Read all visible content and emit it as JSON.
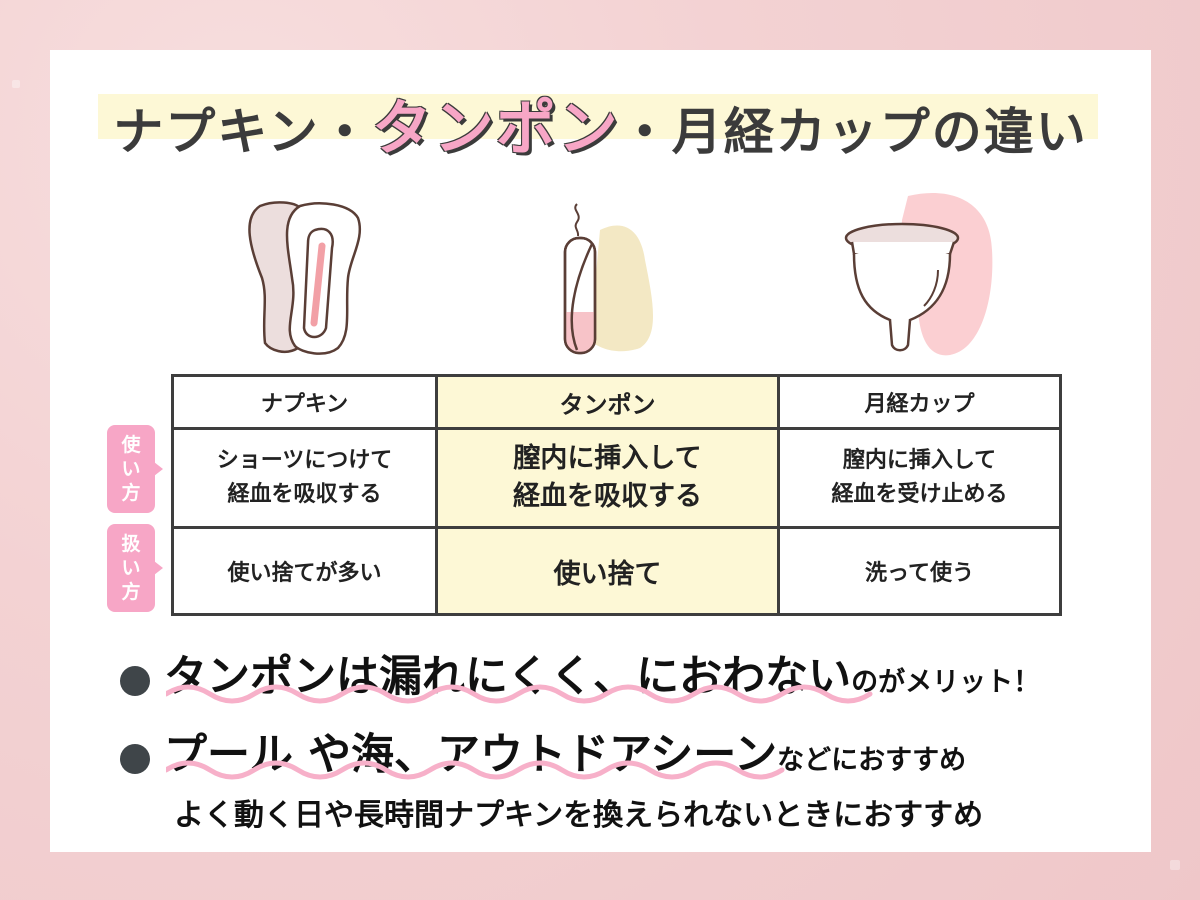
{
  "title": {
    "prefix": "ナプキン・",
    "highlight": "タンポン",
    "suffix": "・月経カップの違い"
  },
  "illustrations": [
    {
      "name": "napkin",
      "icon": "sanitary-pad-icon"
    },
    {
      "name": "tampon",
      "icon": "tampon-icon"
    },
    {
      "name": "menstrual-cup",
      "icon": "menstrual-cup-icon"
    }
  ],
  "table": {
    "headers": [
      "ナプキン",
      "タンポン",
      "月経カップ"
    ],
    "row_labels": [
      {
        "lines": [
          "使",
          "い",
          "方"
        ]
      },
      {
        "lines": [
          "扱",
          "い",
          "方"
        ]
      }
    ],
    "rows": [
      [
        [
          "ショーツにつけて",
          "経血を吸収する"
        ],
        [
          "膣内に挿入して",
          "経血を吸収する"
        ],
        [
          "膣内に挿入して",
          "経血を受け止める"
        ]
      ],
      [
        [
          "使い捨てが多い"
        ],
        [
          "使い捨て"
        ],
        [
          "洗って使う"
        ]
      ]
    ],
    "highlight_column": 1
  },
  "bullets": [
    {
      "emphasis": "タンポンは漏れにくく、におわない",
      "rest": "のがメリット！"
    },
    {
      "emphasis": "プール や海、アウトドアシーン",
      "rest": "などにおすすめ"
    }
  ],
  "sub_note": "よく動く日や長時間ナプキンを換えられないときにおすすめ",
  "colors": {
    "background": "#f3d2d3",
    "card": "#ffffff",
    "title_band": "#fdf8d6",
    "accent_pink": "#f7a6c6",
    "table_border": "#3e3e3e",
    "highlight_cell": "#fdf8d6",
    "bullet_dot": "#3f4549",
    "text": "#222222"
  }
}
